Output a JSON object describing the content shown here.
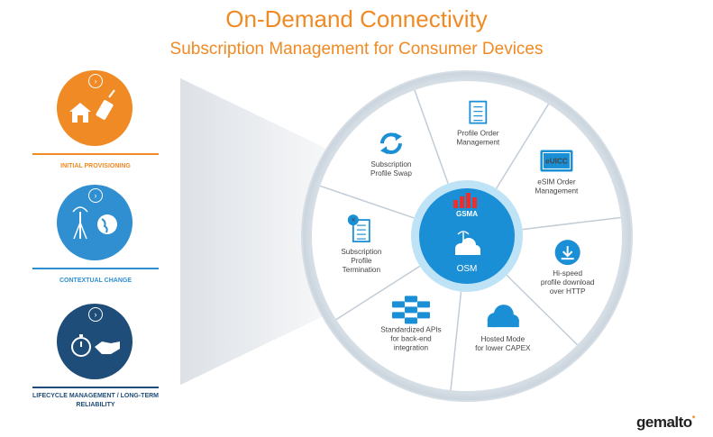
{
  "header": {
    "title": "On-Demand Connectivity",
    "subtitle": "Subscription Management for Consumer Devices"
  },
  "steps": [
    {
      "label": "INITIAL PROVISIONING",
      "color": "#f08a24",
      "icon": "house-and-tag-icon"
    },
    {
      "label": "CONTEXTUAL CHANGE",
      "color": "#2f8fd1",
      "icon": "antenna-and-globe-icon"
    },
    {
      "label": "LIFECYCLE MANAGEMENT / LONG-TERM RELIABILITY",
      "color": "#1f4d7a",
      "icon": "stopwatch-and-handshake-icon"
    }
  ],
  "hub": {
    "brand": "GSMA",
    "label": "OSM",
    "color": "#1b8fd6"
  },
  "segments": [
    {
      "lines": [
        "Profile Order",
        "Management"
      ],
      "icon": "document-icon"
    },
    {
      "lines": [
        "eSIM Order",
        "Management"
      ],
      "icon": "euicc-chip-icon",
      "chip_text": "eUICC"
    },
    {
      "lines": [
        "Hi-speed",
        "profile download",
        "over HTTP"
      ],
      "icon": "download-icon"
    },
    {
      "lines": [
        "Hosted Mode",
        "for lower CAPEX"
      ],
      "icon": "cloud-icon"
    },
    {
      "lines": [
        "Standardized APIs",
        "for back-end",
        "integration"
      ],
      "icon": "server-icon"
    },
    {
      "lines": [
        "Subscription",
        "Profile",
        "Termination"
      ],
      "icon": "delete-document-icon"
    },
    {
      "lines": [
        "Subscription",
        "Profile Swap"
      ],
      "icon": "refresh-icon"
    }
  ],
  "footer": {
    "logo": "gemalto",
    "logo_mark": "*"
  }
}
